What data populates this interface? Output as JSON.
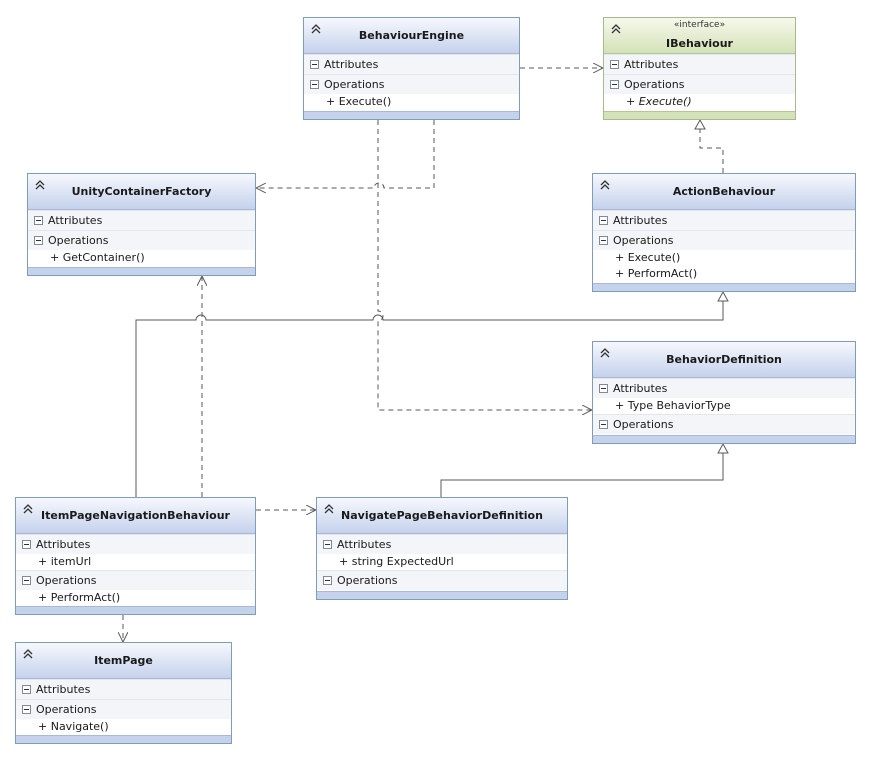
{
  "classes": {
    "behaviour_engine": {
      "name": "BehaviourEngine",
      "attributes_label": "Attributes",
      "operations_label": "Operations",
      "operations": [
        "+ Execute()"
      ]
    },
    "ibehaviour": {
      "stereotype": "«interface»",
      "name": "IBehaviour",
      "attributes_label": "Attributes",
      "operations_label": "Operations",
      "operations": [
        "+ Execute()"
      ]
    },
    "unity_container_factory": {
      "name": "UnityContainerFactory",
      "attributes_label": "Attributes",
      "operations_label": "Operations",
      "operations": [
        "+ GetContainer()"
      ]
    },
    "action_behaviour": {
      "name": "ActionBehaviour",
      "attributes_label": "Attributes",
      "operations_label": "Operations",
      "operations": [
        "+ Execute()",
        "+ PerformAct()"
      ]
    },
    "behavior_definition": {
      "name": "BehaviorDefinition",
      "attributes_label": "Attributes",
      "attributes": [
        "+ Type BehaviorType"
      ],
      "operations_label": "Operations"
    },
    "item_page_navigation_behaviour": {
      "name": "ItemPageNavigationBehaviour",
      "attributes_label": "Attributes",
      "attributes": [
        "+ itemUrl"
      ],
      "operations_label": "Operations",
      "operations": [
        "+ PerformAct()"
      ]
    },
    "navigate_page_behavior_definition": {
      "name": "NavigatePageBehaviorDefinition",
      "attributes_label": "Attributes",
      "attributes": [
        "+ string ExpectedUrl"
      ],
      "operations_label": "Operations"
    },
    "item_page": {
      "name": "ItemPage",
      "attributes_label": "Attributes",
      "operations_label": "Operations",
      "operations": [
        "+ Navigate()"
      ]
    }
  },
  "colors": {
    "class_border": "#7f9db9",
    "class_header": "#c5d2ec",
    "interface_header": "#d4e2b8",
    "connector": "#5a5a5a"
  }
}
